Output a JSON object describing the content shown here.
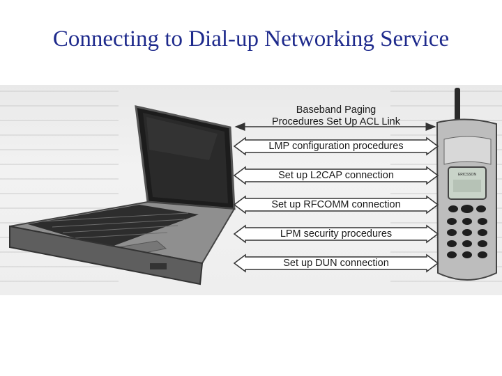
{
  "title": "Connecting to Dial-up Networking Service",
  "diagram": {
    "header": {
      "line1": "Baseband Paging",
      "line2": "Procedures Set Up ACL Link"
    },
    "steps": [
      "LMP configuration procedures",
      "Set up L2CAP connection",
      "Set up RFCOMM connection",
      "LPM security procedures",
      "Set up DUN connection"
    ],
    "devices": {
      "left": "laptop",
      "right": "mobile-phone"
    },
    "phone_brand": "ERICSSON"
  }
}
